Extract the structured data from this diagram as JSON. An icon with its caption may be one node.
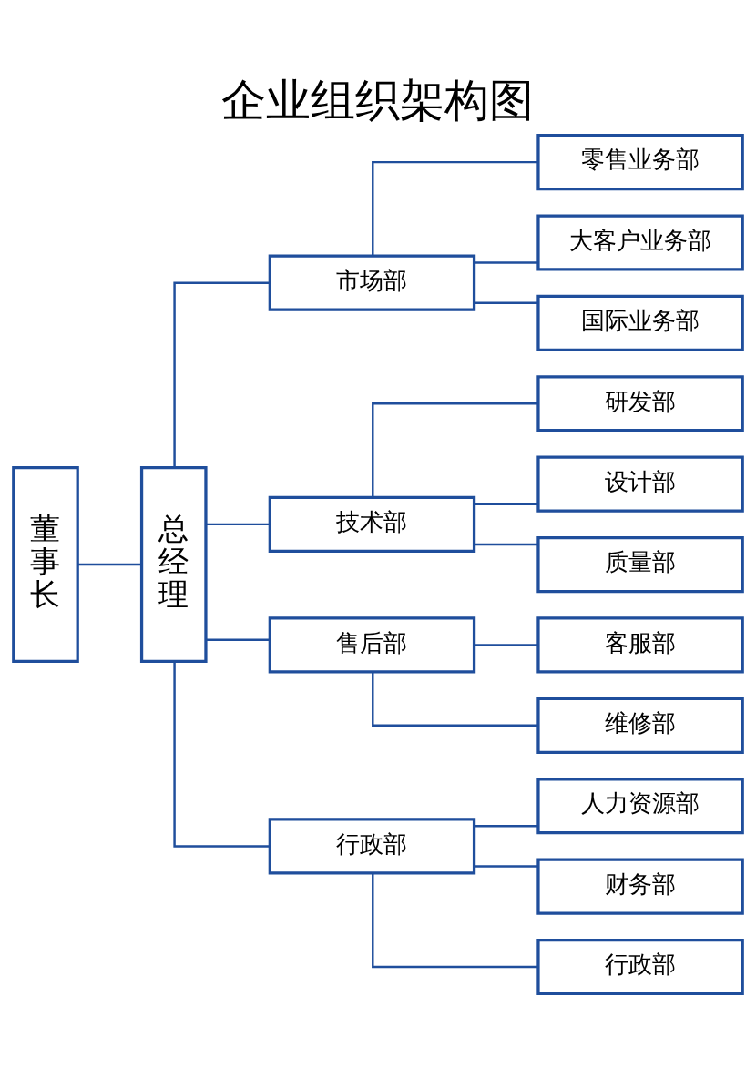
{
  "diagram": {
    "title": "企业组织架构图",
    "nodes": [
      {
        "text": [
          "董事长"
        ]
      },
      {
        "text": [
          "总经理"
        ]
      },
      {
        "text": [
          "市场部"
        ]
      },
      {
        "text": [
          "零售业务部"
        ]
      },
      {
        "text": [
          "大客户业务部"
        ]
      },
      {
        "text": [
          "国际业务部"
        ]
      },
      {
        "text": [
          "技术部"
        ]
      },
      {
        "text": [
          "研发部"
        ]
      },
      {
        "text": [
          "设计部"
        ]
      },
      {
        "text": [
          "质量部"
        ]
      },
      {
        "text": [
          "售后部"
        ]
      },
      {
        "text": [
          "客服部"
        ]
      },
      {
        "text": [
          "维修部"
        ]
      },
      {
        "text": [
          "行政部"
        ]
      },
      {
        "text": [
          "人力资源部"
        ]
      },
      {
        "text": [
          "财务部"
        ]
      },
      {
        "text": [
          "行政部"
        ]
      }
    ],
    "edges": [
      {
        "from": 0,
        "to": 1,
        "arrow": "none"
      },
      {
        "from": 1,
        "to": 2,
        "arrow": "none"
      },
      {
        "from": 1,
        "to": 6,
        "arrow": "none"
      },
      {
        "from": 1,
        "to": 10,
        "arrow": "none"
      },
      {
        "from": 1,
        "to": 13,
        "arrow": "none"
      },
      {
        "from": 2,
        "to": 3,
        "arrow": "none"
      },
      {
        "from": 2,
        "to": 4,
        "arrow": "none"
      },
      {
        "from": 2,
        "to": 5,
        "arrow": "none"
      },
      {
        "from": 6,
        "to": 7,
        "arrow": "none"
      },
      {
        "from": 6,
        "to": 8,
        "arrow": "none"
      },
      {
        "from": 6,
        "to": 9,
        "arrow": "none"
      },
      {
        "from": 10,
        "to": 11,
        "arrow": "none"
      },
      {
        "from": 10,
        "to": 12,
        "arrow": "none"
      },
      {
        "from": 13,
        "to": 14,
        "arrow": "none"
      },
      {
        "from": 13,
        "to": 15,
        "arrow": "none"
      },
      {
        "from": 13,
        "to": 16,
        "arrow": "none"
      }
    ]
  }
}
